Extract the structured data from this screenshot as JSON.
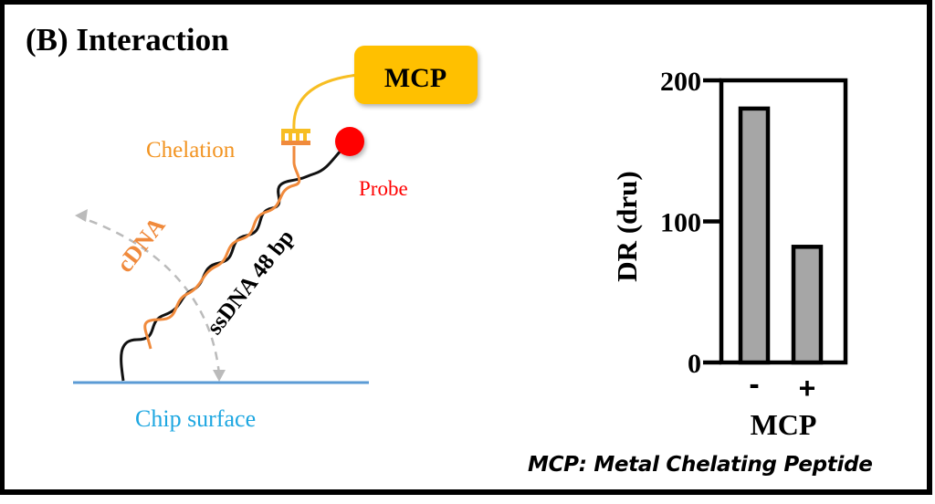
{
  "panel": {
    "title": "(B) Interaction",
    "caption": "MCP: Metal Chelating Peptide"
  },
  "schematic": {
    "mcp_label": "MCP",
    "chelation_label": "Chelation",
    "probe_label": "Probe",
    "cdna_label": "cDNA",
    "ssdna_label": "ssDNA 48 bp",
    "surface_label": "Chip surface",
    "colors": {
      "mcp_box": "#FFC000",
      "mcp_linker": "#F7BE23",
      "chelation": "#F29422",
      "cdna": "#F08A3C",
      "ssdna": "#111111",
      "probe": "#FF0000",
      "surface": "#5B9BD5",
      "surface_text": "#1EA7E1",
      "arrow": "#BBBBBB"
    }
  },
  "chart_data": {
    "type": "bar",
    "categories": [
      "-",
      "+"
    ],
    "values": [
      180,
      82
    ],
    "title": "",
    "xlabel": "MCP",
    "ylabel": "DR (dru)",
    "ylim": [
      0,
      200
    ],
    "yticks": [
      0,
      100,
      200
    ],
    "ytick_labels": [
      "0",
      "100",
      "200"
    ],
    "grid": false,
    "bar_color": "#A6A6A6",
    "bar_edge_color": "#000000"
  }
}
